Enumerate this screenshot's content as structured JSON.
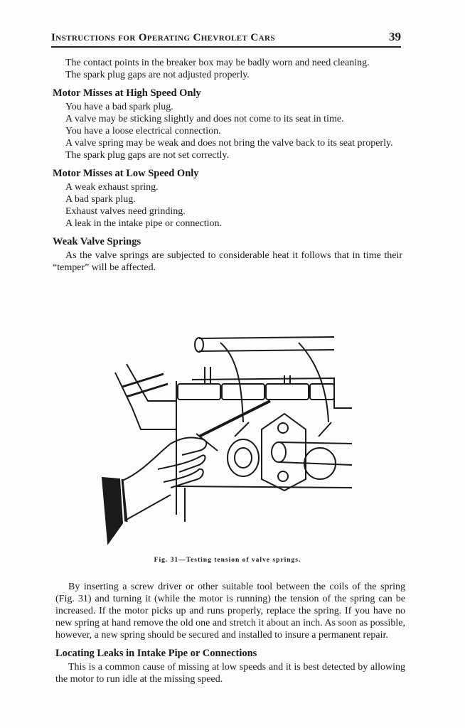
{
  "header": {
    "title": "Instructions for Operating Chevrolet Cars",
    "page_number": "39"
  },
  "intro": {
    "p1": "The contact points in the breaker box may be badly worn and need cleaning.",
    "p2": "The spark plug gaps are not adjusted properly."
  },
  "sec1": {
    "heading": "Motor Misses at High Speed Only",
    "p1": "You have a bad spark plug.",
    "p2": "A valve may be sticking slightly and does not come to its seat in time.",
    "p3": "You have a loose electrical connection.",
    "p4": "A valve spring may be weak and does not bring the valve back to its seat properly.",
    "p5": "The spark plug gaps are not set correctly."
  },
  "sec2": {
    "heading": "Motor Misses at Low Speed Only",
    "p1": "A weak exhaust spring.",
    "p2": "A bad spark plug.",
    "p3": "Exhaust valves need grinding.",
    "p4": "A leak in the intake pipe or connection."
  },
  "sec3": {
    "heading": "Weak Valve Springs",
    "p1": "As the valve springs are subjected to considerable heat it follows that in time their “temper” will be affected."
  },
  "figure": {
    "caption": "Fig. 31—Testing tension of valve springs."
  },
  "body": {
    "p1": "By inserting a screw driver or other suitable tool between the coils of the spring (Fig. 31) and turning it (while the motor is running) the tension of the spring can be increased. If the motor picks up and runs properly, replace the spring. If you have no new spring at hand remove the old one and stretch it about an inch. As soon as possible, however, a new spring should be secured and installed to insure a permanent repair."
  },
  "sec4": {
    "heading": "Locating Leaks in Intake Pipe or Connections",
    "p1": "This is a common cause of missing at low speeds and it is best detected by allowing the motor to run idle at the missing speed."
  }
}
